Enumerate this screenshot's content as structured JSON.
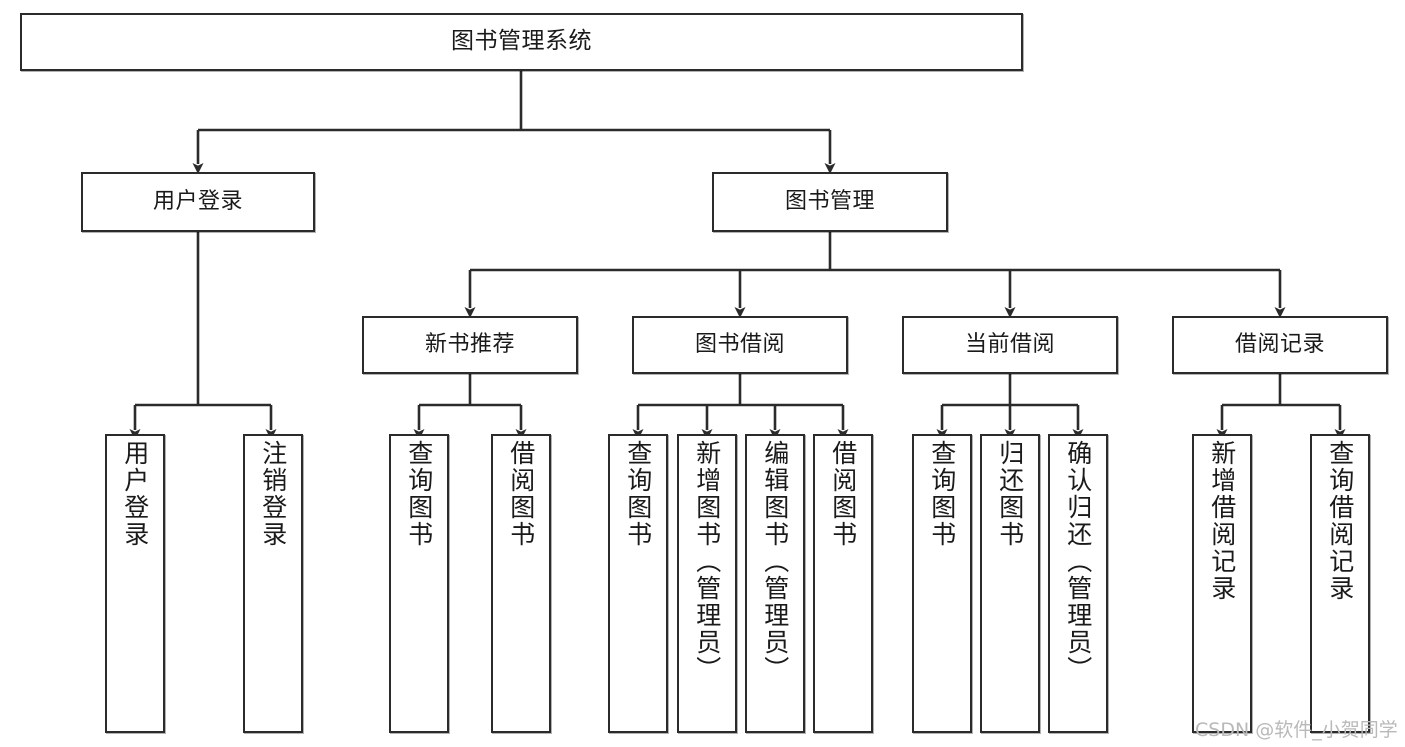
{
  "diagram": {
    "type": "tree-hierarchy-chart",
    "title": "图书管理系统",
    "root": {
      "label": "图书管理系统"
    },
    "level2": [
      {
        "label": "用户登录"
      },
      {
        "label": "图书管理"
      }
    ],
    "level3": [
      {
        "label": "新书推荐"
      },
      {
        "label": "图书借阅"
      },
      {
        "label": "当前借阅"
      },
      {
        "label": "借阅记录"
      }
    ],
    "leaves": {
      "user_login": [
        {
          "label": "用户登录"
        },
        {
          "label": "注销登录"
        }
      ],
      "new_book_recommend": [
        {
          "label": "查询图书"
        },
        {
          "label": "借阅图书"
        }
      ],
      "book_borrow": [
        {
          "label": "查询图书"
        },
        {
          "label": "新增图书（管理员）"
        },
        {
          "label": "编辑图书（管理员）"
        },
        {
          "label": "借阅图书"
        }
      ],
      "current_borrow": [
        {
          "label": "查询图书"
        },
        {
          "label": "归还图书"
        },
        {
          "label": "确认归还（管理员）"
        }
      ],
      "borrow_record": [
        {
          "label": "新增借阅记录"
        },
        {
          "label": "查询借阅记录"
        }
      ]
    }
  },
  "watermark": {
    "text": "CSDN @软件_小贺同学"
  },
  "colors": {
    "stroke": "#2b2b2b",
    "fill": "#ffffff",
    "text": "#1a1a1a",
    "watermark": "#b9b9b9"
  }
}
